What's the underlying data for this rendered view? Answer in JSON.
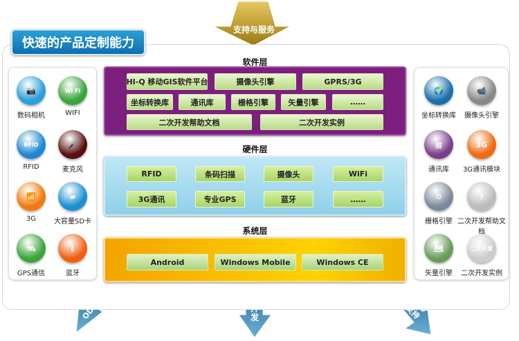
{
  "title": "快速的产品定制能力",
  "top_arrow": "支持与服务",
  "software": {
    "label": "软件层",
    "items": [
      "HI-Q 移动GIS软件平台",
      "摄像头引擎",
      "GPRS/3G",
      "坐标转换库",
      "通讯库",
      "栅格引擎",
      "矢量引擎",
      "……",
      "二次开发帮助文档",
      "二次开发实例"
    ]
  },
  "hardware": {
    "label": "硬件层",
    "items": [
      "RFID",
      "条码扫描",
      "摄像头",
      "WiFi",
      "3G通讯",
      "专业GPS",
      "蓝牙",
      "……"
    ]
  },
  "system": {
    "label": "系统层",
    "items": [
      "Android",
      "Windows Mobile",
      "Windows CE"
    ]
  },
  "left_icons": [
    {
      "label": "数码相机",
      "glyph": "📷",
      "color": "#2b9fd9"
    },
    {
      "label": "WIFI",
      "glyph": "Wi Fi",
      "color": "#3aa53a"
    },
    {
      "label": "RFID",
      "glyph": "RFID",
      "color": "#1f86d0"
    },
    {
      "label": "麦克风",
      "glyph": "🎤",
      "color": "#5a1010"
    },
    {
      "label": "3G",
      "glyph": "📶",
      "color": "#f07a10"
    },
    {
      "label": "大容量SD卡",
      "glyph": "▰",
      "color": "#1b8fd0"
    },
    {
      "label": "GPS通信",
      "glyph": "🛰",
      "color": "#3aa53a"
    },
    {
      "label": "蓝牙",
      "glyph": "ᛒ",
      "color": "#f06010"
    }
  ],
  "right_icons": [
    {
      "label": "坐标转换库",
      "glyph": "🌍",
      "color": "#1a6fa8"
    },
    {
      "label": "摄像头引擎",
      "glyph": "📹",
      "color": "#888888"
    },
    {
      "label": "通讯库",
      "glyph": "▦",
      "color": "#7a3f8a"
    },
    {
      "label": "3G通讯模块",
      "glyph": "3G",
      "color": "#f06a10"
    },
    {
      "label": "栅格引擎",
      "glyph": "⚙",
      "color": "#7a8a9a"
    },
    {
      "label": "二次开发帮助文档",
      "glyph": "?",
      "color": "#bbbbbb"
    },
    {
      "label": "矢量引擎",
      "glyph": "🗺",
      "color": "#6a9a5a"
    },
    {
      "label": "二次开发实例",
      "glyph": "二次开发",
      "color": "#cccccc"
    }
  ],
  "bottom_arrows": [
    "ODM定制",
    "合作开发",
    "SDK支持"
  ]
}
